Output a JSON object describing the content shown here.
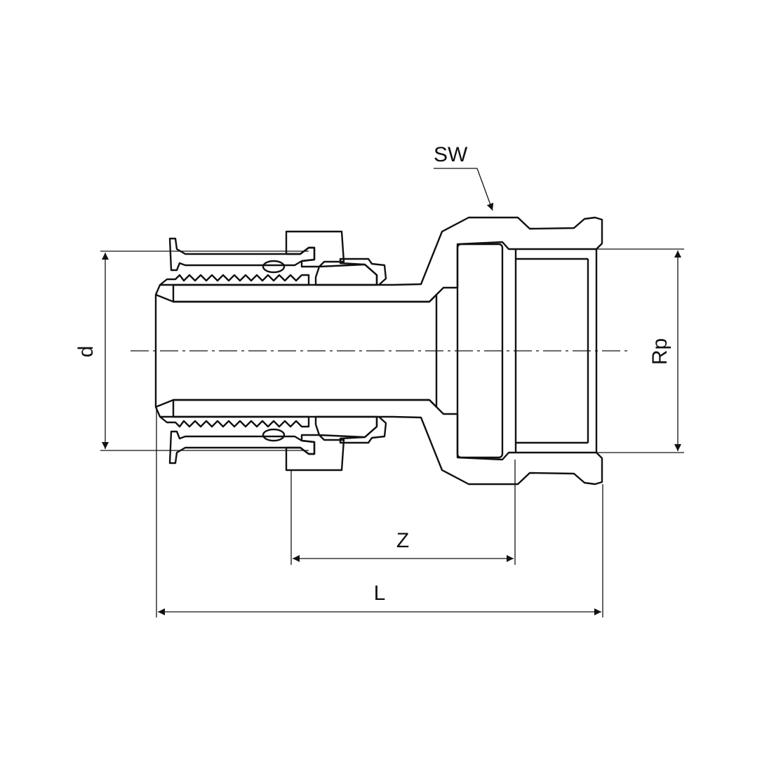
{
  "drawing": {
    "labels": {
      "sw": "SW",
      "d": "d",
      "rp": "Rp",
      "z": "Z",
      "l": "L"
    },
    "colors": {
      "line": "#111111",
      "background": "#ffffff"
    }
  }
}
